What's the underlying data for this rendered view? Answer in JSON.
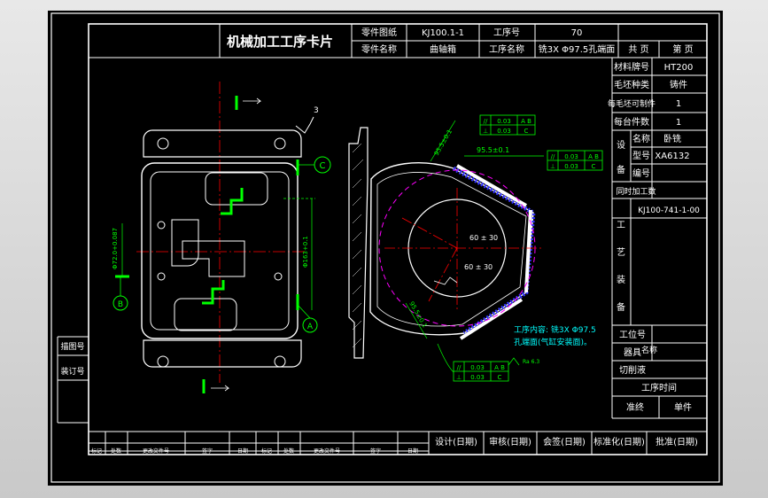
{
  "title": "机械加工工序卡片",
  "header": {
    "part_drawing_no_label": "零件图纸",
    "part_drawing_no": "KJ100.1-1",
    "part_name_label": "零件名称",
    "part_name": "曲轴箱",
    "op_no_label": "工序号",
    "op_no": "70",
    "op_name_label": "工序名称",
    "op_name": "铣3X Φ97.5孔端面",
    "total_pages": "共 页",
    "page_no": "第 页"
  },
  "right_panel": {
    "material_label": "材料牌号",
    "material": "HT200",
    "blank_label": "毛坯种类",
    "blank": "铸件",
    "parts_per_blank_label": "每毛坯可制件",
    "parts_per_blank": "1",
    "per_machine_label": "每台件数",
    "per_machine": "1",
    "equipment_label_1": "设",
    "equipment_label_2": "备",
    "eq_name_label": "名称",
    "eq_name": "卧铣",
    "eq_model_label": "型号",
    "eq_model": "XA6132",
    "eq_no_label": "编号",
    "simultaneous_label": "同时加工数",
    "fixture_code": "KJ100-741-1-00",
    "process_label": [
      "工",
      "艺",
      "装",
      "备"
    ],
    "fixture_no_label": "工位号",
    "fixture_label_1": "器具",
    "fixture_label_2": "名称",
    "cutting_fluid_label": "切削液",
    "time_label": "工序时间",
    "prep_label": "准终",
    "unit_label": "单件"
  },
  "left_margin": {
    "trace_label": "描图号",
    "binding_label": "装订号"
  },
  "signatures": {
    "design": "设计(日期)",
    "review": "审核(日期)",
    "countersign": "会签(日期)",
    "standard": "标准化(日期)",
    "approve": "批准(日期)"
  },
  "revision_cols": [
    "标记",
    "处数",
    "更改文件号",
    "签字",
    "日期",
    "标记",
    "处数",
    "更改文件号",
    "签字",
    "日期"
  ],
  "annotations": {
    "datum_b": "B",
    "datum_c": "C",
    "datum_a": "A",
    "dim_left": "Φ72.0+0.087",
    "dim_right": "Φ163+0.1",
    "tol1_sym": "//",
    "tol1_val": "0.03",
    "tol1_ref": "A B",
    "tol2_sym": "⊥",
    "tol2_val": "0.03",
    "tol2_ref": "C",
    "dim_955": "95.5±0.1",
    "dim_95": "95.5±0.1",
    "angle1": "60 ± 30",
    "angle2": "60 ± 30",
    "dim_lower": "95.5±0.1",
    "roughness": "Ra 6.3",
    "work_content_1": "工序内容: 铣3X Φ97.5",
    "work_content_2": "孔端面(气缸安装面)。"
  },
  "colors": {
    "border": "#ffffff",
    "dimension": "#00ff00",
    "centerline": "#ff0000",
    "hidden": "#ff00ff",
    "section": "#3333ff",
    "accent": "#00ffff"
  }
}
